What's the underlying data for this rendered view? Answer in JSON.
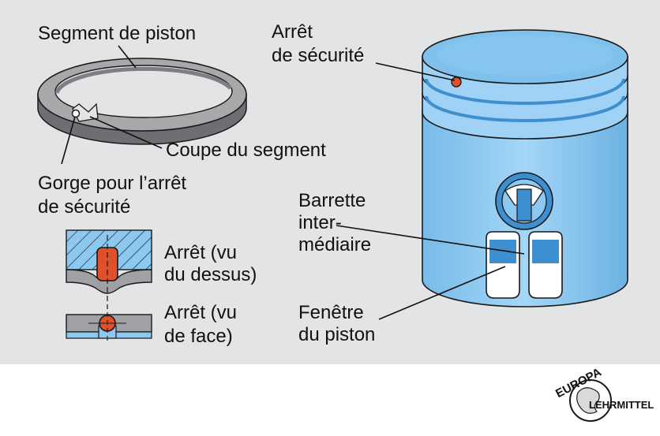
{
  "labels": {
    "segment_de_piston": "Segment de piston",
    "arret_securite_1": "Arrêt",
    "arret_securite_2": "de sécurité",
    "coupe_du_segment": "Coupe du segment",
    "gorge_1": "Gorge pour l’arrêt",
    "gorge_2": "de sécurité",
    "vu_dessus_1": "Arrêt (vu",
    "vu_dessus_2": "du dessus)",
    "vu_face_1": "Arrêt (vu",
    "vu_face_2": "de face)",
    "barrette_1": "Barrette",
    "barrette_2": "inter-",
    "barrette_3": "médiaire",
    "fenetre_1": "Fenêtre",
    "fenetre_2": "du piston"
  },
  "logo": {
    "top": "EUROPA",
    "bottom": "LEHRMITTEL"
  },
  "colors": {
    "panel": "#e3e4e5",
    "piston_blue": "#8cc8f0",
    "piston_top": "#6fb6e6",
    "piston_dark": "#3d8fcf",
    "ring_gray": "#9a9c9e",
    "ring_dark": "#5b5d60",
    "stop_red": "#e0502a",
    "outline": "#1a1a1a"
  }
}
